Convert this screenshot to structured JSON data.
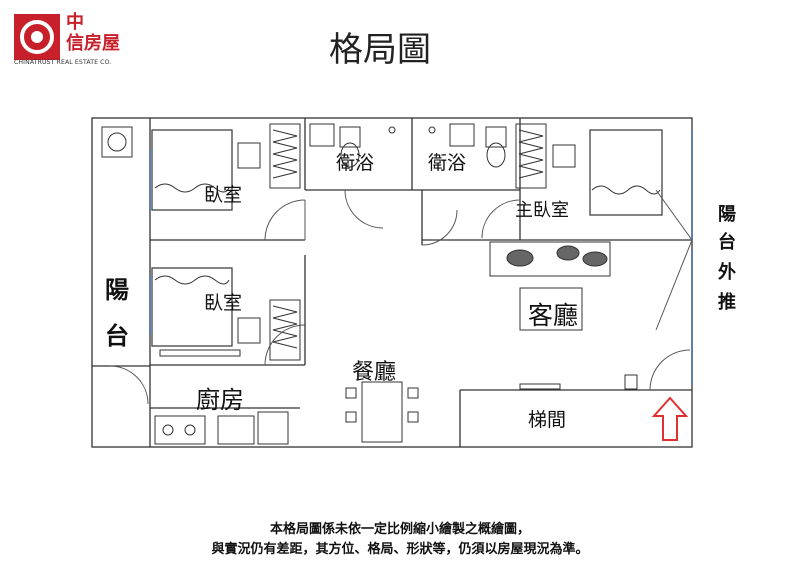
{
  "logo": {
    "name": "中\n信房屋",
    "subtitle": "CHINATRUST REAL ESTATE CO."
  },
  "title": "格局圖",
  "rooms": {
    "bath_left": "衛浴",
    "bath_right": "衛浴",
    "bedroom_top": "臥室",
    "master_bedroom": "主臥室",
    "bedroom_mid": "臥室",
    "living": "客廳",
    "dining": "餐廳",
    "kitchen": "廚房",
    "stairwell": "梯間"
  },
  "balcony_left": [
    "陽",
    "台"
  ],
  "balcony_right": [
    "陽",
    "台",
    "外",
    "推"
  ],
  "disclaimer": [
    "本格局圖係未依一定比例縮小繪製之概繪圖，",
    "與實況仍有差距，其方位、格局、形狀等，仍須以房屋現況為準。"
  ],
  "colors": {
    "brand": "#c8202a",
    "wall": "#333333",
    "window": "#5b7fb0",
    "arrow": "#e03030"
  }
}
